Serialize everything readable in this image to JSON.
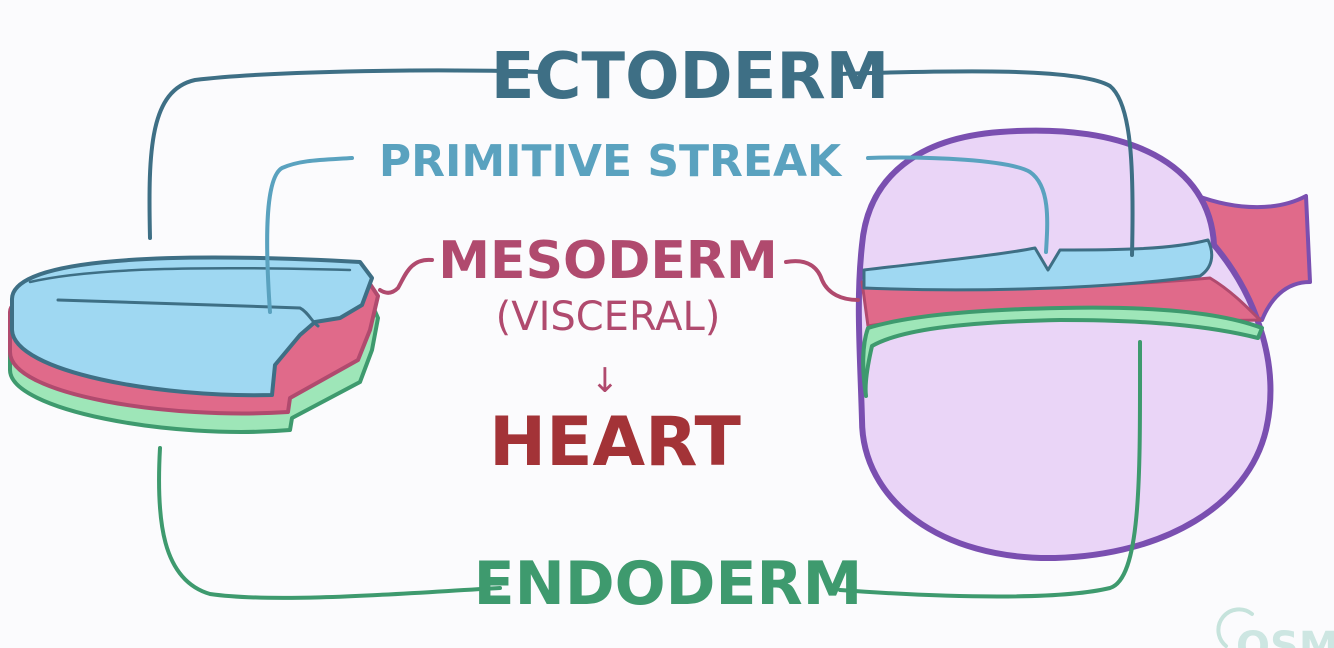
{
  "labels": {
    "ectoderm": "ECTODERM",
    "primitive_streak": "PRIMITIVE STREAK",
    "mesoderm": "MESODERM",
    "visceral": "(VISCERAL)",
    "arrow": "↓",
    "heart": "HEART",
    "endoderm": "ENDODERM"
  },
  "watermark": {
    "text": "OSMO"
  },
  "colors": {
    "ectoderm": "#3e6f85",
    "primitive_streak": "#5aa2bf",
    "mesoderm": "#b04a6e",
    "heart": "#a33337",
    "endoderm": "#3e9a6e",
    "ectoderm_layer_fill": "#9fd8f2",
    "mesoderm_layer_fill": "#e06a8a",
    "endoderm_layer_fill": "#9ee6b8",
    "yolk_sac_fill": "#ead5f7",
    "yolk_sac_outline": "#7a4fb0"
  }
}
